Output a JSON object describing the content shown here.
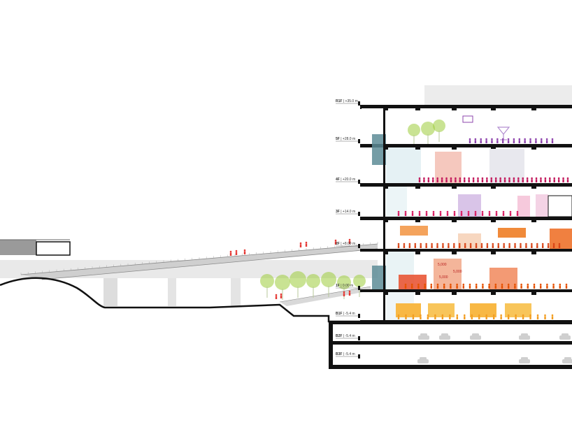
{
  "levels": [
    {
      "id": "R1F",
      "elev": "+35.0 m"
    },
    {
      "id": "5F",
      "elev": "+28.0 m"
    },
    {
      "id": "4F",
      "elev": "+20.0 m"
    },
    {
      "id": "3F",
      "elev": "+14.0 m"
    },
    {
      "id": "2F",
      "elev": "+8.00 m"
    },
    {
      "id": "1F",
      "elev": "0.00 m"
    },
    {
      "id": "B1F",
      "elev": "-5.4 m"
    },
    {
      "id": "B2F",
      "elev": "-5.4 m"
    },
    {
      "id": "B3F",
      "elev": "-5.4 m"
    }
  ],
  "signage": {
    "tag_1": "5,000",
    "tag_2": "5,000",
    "tag_3": "5,000"
  },
  "colors": {
    "floor_5F": "#8e44ad",
    "floor_4F": "#c2185b",
    "floor_3F": "#d81b60",
    "floor_2F": "#d84315",
    "floor_1F": "#e65100",
    "floor_B1F": "#f29c1f",
    "trees": "#9ccc3a",
    "people_outdoor": "#e53935",
    "structure": "#111111",
    "glass": "#dfeef1"
  },
  "icons": [
    "person-figure",
    "tree",
    "car",
    "cocktail-glass",
    "display-screen",
    "shop-booth"
  ]
}
